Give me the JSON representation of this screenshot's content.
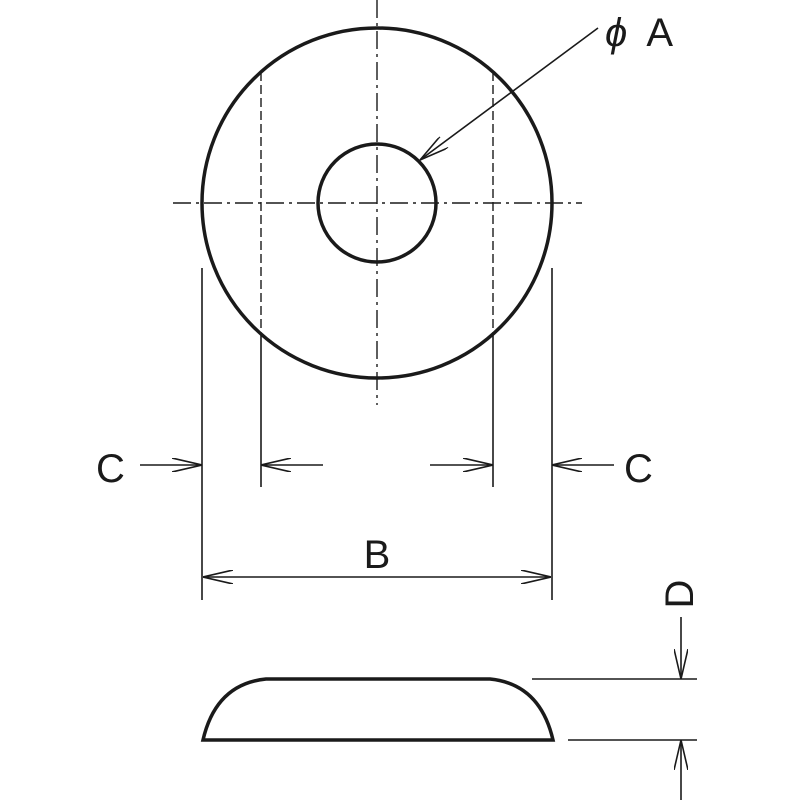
{
  "labels": {
    "phi_symbol": "ϕ",
    "dim_a": "A",
    "dim_b": "B",
    "dim_c_left": "C",
    "dim_c_right": "C",
    "dim_d": "D"
  },
  "colors": {
    "line": "#1a1a1a",
    "background": "#ffffff"
  }
}
